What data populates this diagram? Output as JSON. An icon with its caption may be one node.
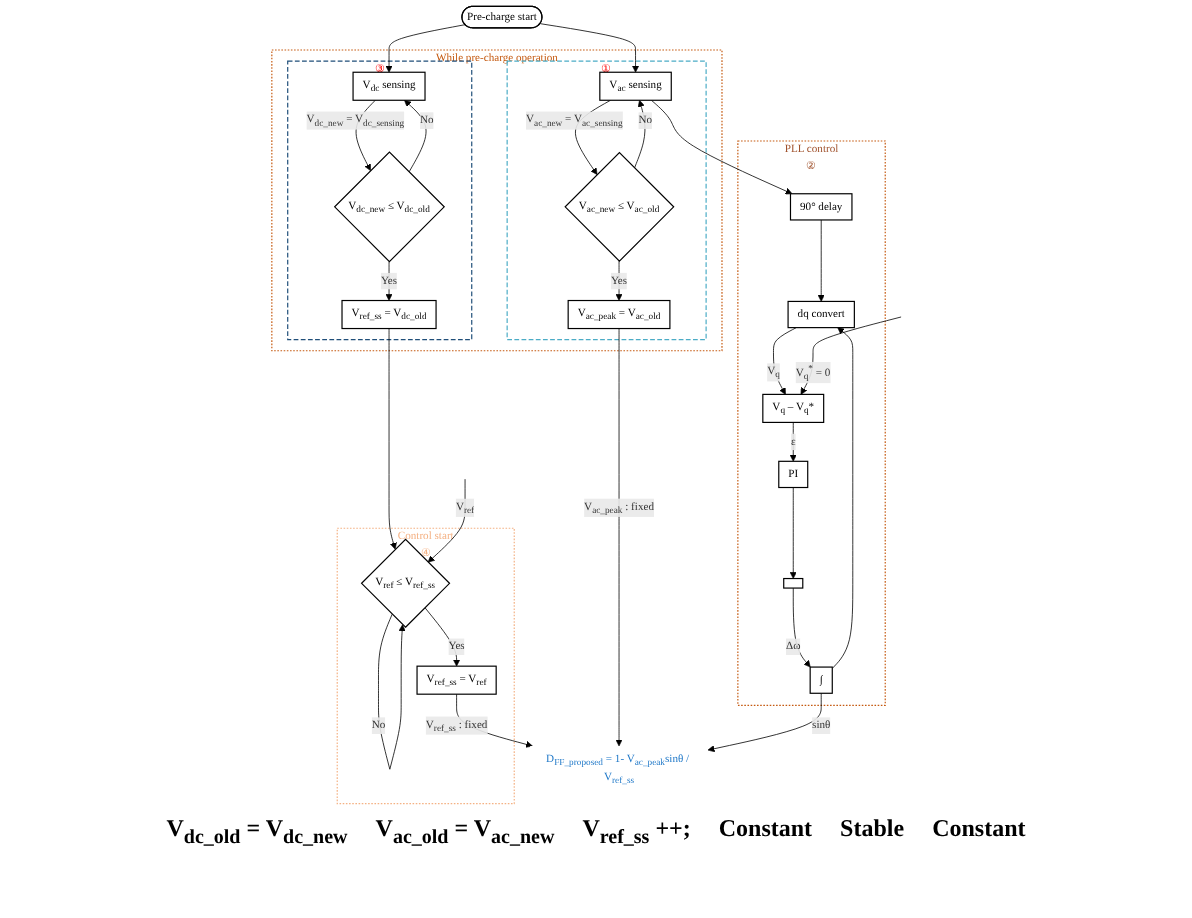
{
  "diagram": {
    "nodes": [
      {
        "text": [
          "While pre-charge operation"
        ]
      },
      {
        "text": [
          "③"
        ],
        "in": 0
      },
      {
        "text": [
          "①"
        ],
        "in": 0
      },
      {
        "text": [
          "Pre-charge start"
        ]
      },
      {
        "text": [
          "V$_{dc}$ sensing"
        ],
        "in": 1
      },
      {
        "text": [
          "V$_{dc_new}$ ≤ V$_{dc_old}$"
        ],
        "in": 1
      },
      {
        "text": [
          "V$_{ref_ss}$ = V$_{dc_old}$"
        ],
        "in": 1
      },
      {
        "text": [
          "V$_{ac}$ sensing"
        ],
        "in": 2
      },
      {
        "text": [
          "V$_{ac_new}$ ≤ V$_{ac_old}$"
        ],
        "in": 2
      },
      {
        "text": [
          "V$_{ac_peak}$ = V$_{ac_old}$"
        ],
        "in": 2
      },
      {
        "text": [
          "PLL control",
          "②"
        ]
      },
      {
        "text": [
          "90° delay"
        ],
        "in": 10
      },
      {
        "text": [
          "dq convert"
        ],
        "in": 10
      },
      {
        "text": [
          "V$_{q}$ – V$_{q}$*"
        ],
        "in": 10
      },
      {
        "text": [
          "PI"
        ],
        "in": 10
      },
      {
        "text": [],
        "shape": "box",
        "in": 10
      },
      {
        "text": [
          "∫"
        ],
        "in": 10
      },
      {
        "text": [
          "Control start",
          "④"
        ]
      },
      {
        "text": [
          "V$_{ref}$ ≤ V$_{ref_ss}$"
        ],
        "in": 17
      },
      {
        "text": [
          "V$_{ref_ss}$ = V$_{ref}$"
        ],
        "in": 17
      },
      {
        "text": [
          "D$_{FF_proposed}$ = 1- V$_{ac_peak}$sinθ / V$_{ref_ss}$"
        ]
      }
    ],
    "edges": [
      {
        "from": 3,
        "to": 4,
        "arrow": "to"
      },
      {
        "from": 3,
        "to": 7,
        "arrow": "to"
      },
      {
        "from": 4,
        "to": 5,
        "arrow": "to",
        "label": "V$_{dc_new}$ = V$_{dc_sensing}$"
      },
      {
        "from": 5,
        "to": 4,
        "arrow": "to",
        "label": "No"
      },
      {
        "from": 5,
        "to": 6,
        "arrow": "to",
        "label": "Yes"
      },
      {
        "from": 7,
        "to": 8,
        "arrow": "to",
        "label": "V$_{ac_new}$ = V$_{ac_sensing}$"
      },
      {
        "from": 8,
        "to": 7,
        "arrow": "to",
        "label": "No"
      },
      {
        "from": 8,
        "to": 9,
        "arrow": "to",
        "label": "Yes"
      },
      {
        "from": 7,
        "to": 11,
        "arrow": "to"
      },
      {
        "from": 11,
        "to": 12,
        "arrow": "to"
      },
      {
        "from": 12,
        "to": 13,
        "arrow": "to",
        "label": "V$_{q}$"
      },
      {
        "from": null,
        "to": 13,
        "arrow": "to",
        "label": "V$_{q}$$^{*}$ = 0"
      },
      {
        "from": 13,
        "to": 14,
        "arrow": "to",
        "label": "ε"
      },
      {
        "from": 14,
        "to": 15,
        "arrow": "to"
      },
      {
        "from": 15,
        "to": 16,
        "arrow": "to",
        "label": "Δω"
      },
      {
        "from": 16,
        "to": 12,
        "arrow": "to"
      },
      {
        "from": 6,
        "to": 18,
        "arrow": "to"
      },
      {
        "from": 18,
        "to": 18,
        "arrow": "to",
        "label": "No"
      },
      {
        "from": null,
        "to": 18,
        "arrow": "to",
        "label": "V$_{ref}$"
      },
      {
        "from": 18,
        "to": 19,
        "arrow": "to",
        "label": "Yes"
      },
      {
        "from": 9,
        "to": 20,
        "arrow": "to",
        "label": "V$_{ac_peak}$ : fixed"
      },
      {
        "from": 16,
        "to": 20,
        "arrow": "to",
        "label": "sinθ"
      },
      {
        "from": 19,
        "to": 20,
        "arrow": "to",
        "label": "V$_{ref_ss}$ : fixed"
      }
    ],
    "labels": [
      "V$_{dc_old}$ = V$_{dc_new}$",
      "V$_{ac_old}$ = V$_{ac_new}$",
      "V$_{ref_ss}$ ++;",
      "Constant",
      "Stable",
      "Constant"
    ]
  }
}
